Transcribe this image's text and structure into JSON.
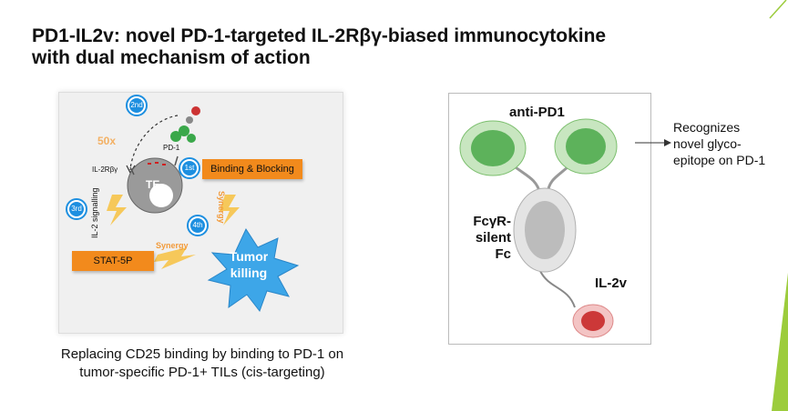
{
  "title_line1": "PD1-IL2v: novel PD-1-targeted IL-2Rβγ-biased immunocytokine",
  "title_line2": "with dual mechanism of action",
  "left": {
    "badge_2nd": "2nd",
    "badge_1st": "1st",
    "badge_3rd": "3rd",
    "badge_4th": "4th",
    "fifty_x": "50x",
    "pd1": "PD-1",
    "il2r": "IL-2Rβγ",
    "cell": "TE",
    "binding": "Binding & Blocking",
    "synergy_vertical": "Synergy",
    "il2_signalling": "IL-2 signalling",
    "stat": "STAT-5P",
    "synergy_horizontal": "Synergy",
    "tumor_line1": "Tumor",
    "tumor_line2": "killing",
    "caption": "Replacing CD25 binding by binding to PD-1 on tumor-specific PD-1+ TILs (cis-targeting)"
  },
  "right": {
    "anti_pd1": "anti-PD1",
    "fc_line1": "FcγR-",
    "fc_line2": "silent",
    "fc_line3": "Fc",
    "il2v": "IL-2v",
    "note": "Recognizes novel glyco-epitope on PD-1"
  },
  "colors": {
    "orange": "#f28a1c",
    "blue": "#3da6e8",
    "badge": "#1d8fe0",
    "green": "#2e9a2e",
    "red": "#cc2222",
    "accent_green": "#9ccc3c"
  }
}
